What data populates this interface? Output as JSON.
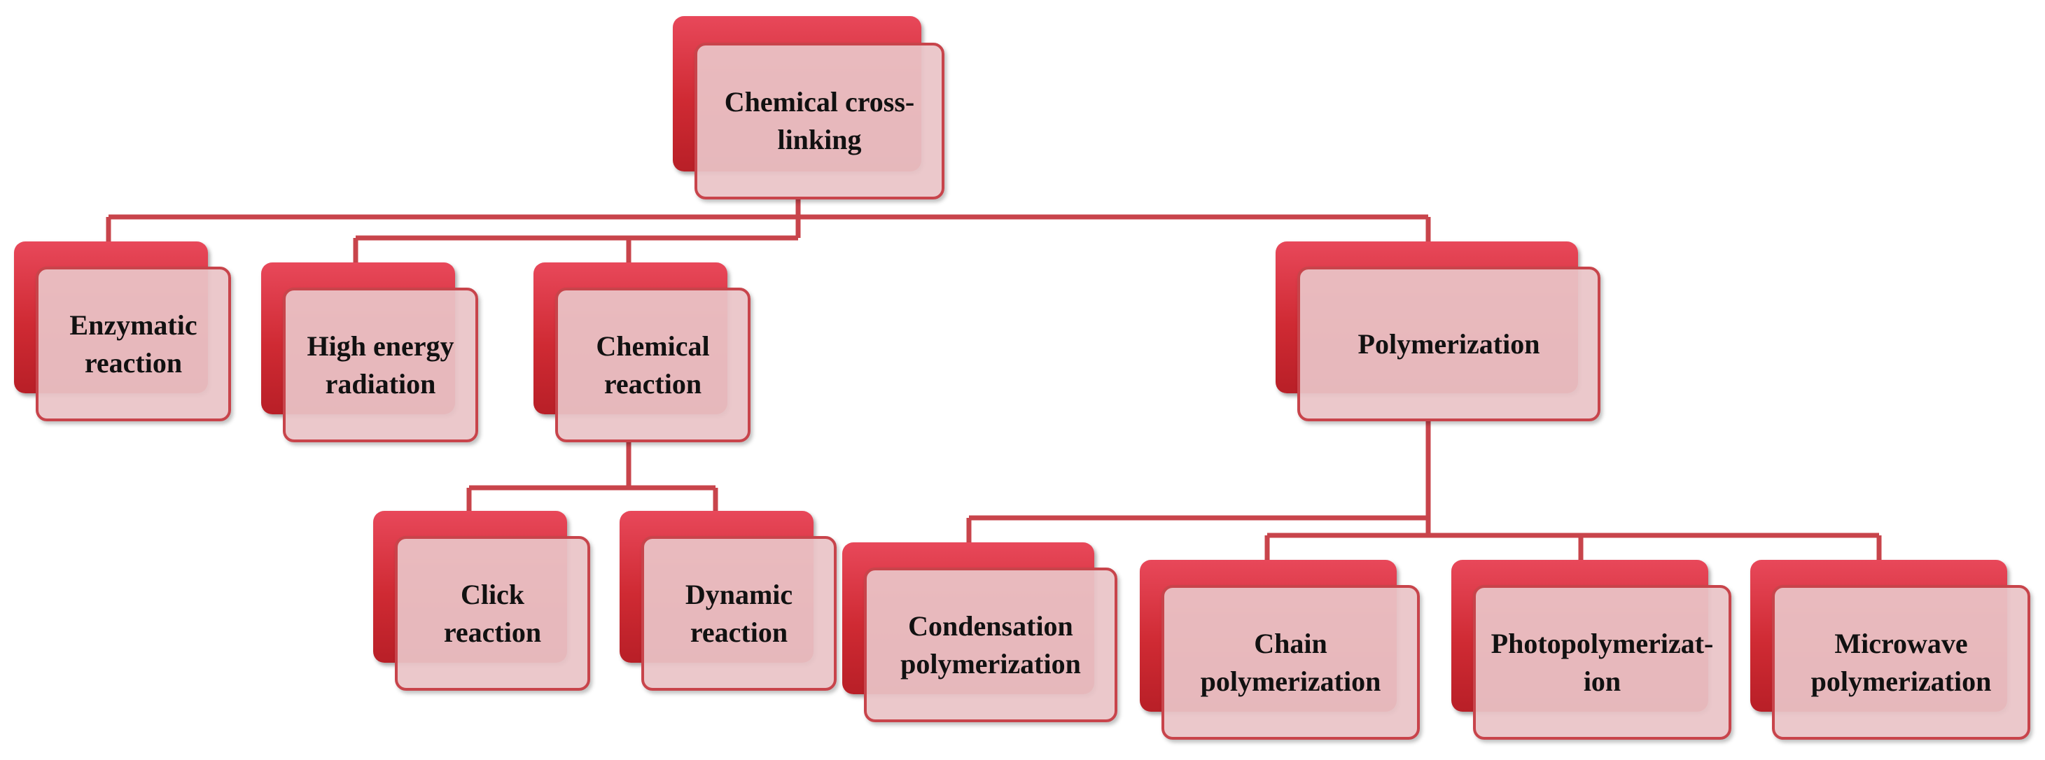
{
  "colors": {
    "connector": "#c8444b",
    "shadow_box": "#d93540",
    "face_box": "#eac4c7",
    "text": "#111111"
  },
  "nodes": {
    "root": "Chemical cross-\nlinking",
    "enzymatic": "Enzymatic\nreaction",
    "high_energy": "High energy\nradiation",
    "chemical_reaction": "Chemical\nreaction",
    "polymerization": "Polymerization",
    "click": "Click\nreaction",
    "dynamic": "Dynamic\nreaction",
    "condensation": "Condensation\npolymerization",
    "chain": "Chain\npolymerization",
    "photo": "Photopolymerizat-\nion",
    "microwave": "Microwave\npolymerization"
  }
}
